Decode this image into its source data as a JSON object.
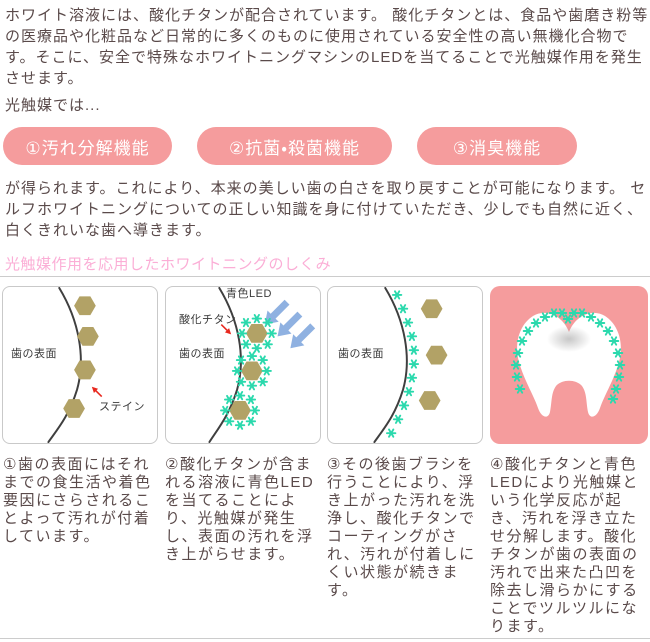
{
  "page": {
    "intro_paragraph": "ホワイト溶液には、酸化チタンが配合されています。 酸化チタンとは、食品や歯磨き粉等の医療品や化粧品など日常的に多くのものに使用されている安全性の高い無機化合物です。そこに、安全で特殊なホワイトニングマシンのLEDを当てることで光触媒作用を発生させます。",
    "lead": "光触媒では...",
    "features": [
      {
        "label": "①汚れ分解機能"
      },
      {
        "label": "②抗菌・殺菌機能"
      },
      {
        "label": "③消臭機能"
      }
    ],
    "result_paragraph": "が得られます。これにより、本来の美しい歯の白さを取り戻すことが可能になります。 セルフホワイトニングについての正しい知識を身に付けていただき、少しでも自然に近く、白くきれいな歯へ導きます。",
    "section_heading": "光触媒作用を応用したホワイトニングのしくみ",
    "steps": [
      {
        "diagram_labels": {
          "surface": "歯の表面",
          "stain": "ステイン"
        },
        "caption": "①歯の表面にはそれまでの食生活や着色要因にさらされることよって汚れが付着しています。"
      },
      {
        "diagram_labels": {
          "led": "青色LED",
          "titanium": "酸化チタン",
          "surface": "歯の表面"
        },
        "caption": "②酸化チタンが含まれる溶液に青色LEDを当てることにより、光触媒が発生し、表面の汚れを浮き上がらせます。"
      },
      {
        "diagram_labels": {
          "surface": "歯の表面"
        },
        "caption": "③その後歯ブラシを行うことにより、浮き上がった汚れを洗浄し、酸化チタンでコーティングがされ、汚れが付着しにくい状態が続きます。"
      },
      {
        "caption": "④酸化チタンと青色LEDにより光触媒という化学反応が起き、汚れを浮き立たせ分解します。酸化チタンが歯の表面の汚れで出来た凸凹を除去し滑らかにすることでツルツルになります。"
      }
    ],
    "colors": {
      "pill_background": "#f59c9d",
      "pill_text": "#ffffff",
      "heading_pink": "#fbaed6",
      "body_text": "#5a4a4a",
      "hexagon_olive": "#b2a266",
      "asterisk_teal": "#2bd9ad",
      "led_arrow_blue": "#8fb1e1",
      "pointer_red": "#e8281e",
      "panel4_background": "#f59c9d",
      "divider_gray": "#cccccc"
    }
  }
}
